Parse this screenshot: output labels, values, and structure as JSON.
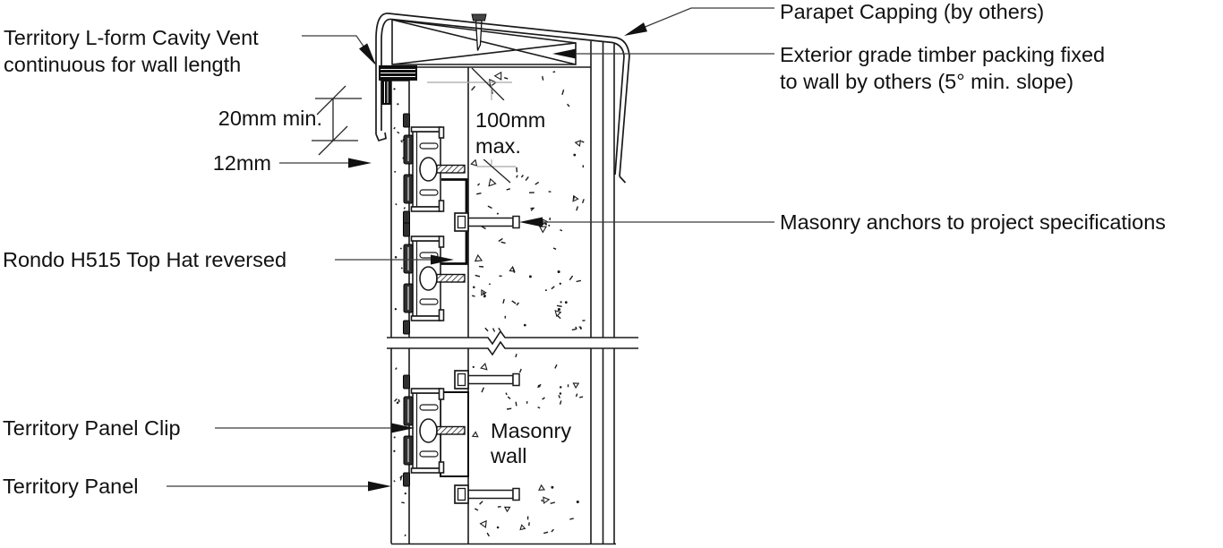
{
  "drawing": {
    "type": "architectural-section-detail",
    "subject": "Territory panel cladding parapet fixing detail to masonry wall"
  },
  "labels": {
    "cavity_vent_line1": "Territory L-form Cavity Vent",
    "cavity_vent_line2": "continuous for wall length",
    "dim_20mm": "20mm min.",
    "dim_12mm": "12mm",
    "dim_100mm_line1": "100mm",
    "dim_100mm_line2": "max.",
    "top_hat": "Rondo H515 Top Hat reversed",
    "panel_clip": "Territory Panel Clip",
    "panel": "Territory Panel",
    "parapet_capping": "Parapet Capping (by others)",
    "timber_packing_line1": "Exterior grade timber packing fixed",
    "timber_packing_line2": "to wall by others (5° min. slope)",
    "masonry_anchors": "Masonry anchors to project specifications",
    "masonry_wall_line1": "Masonry",
    "masonry_wall_line2": "wall"
  },
  "colors": {
    "line": "#1a1a1a",
    "leader": "#3a3a3a",
    "dimension_aid": "#a8a8a8",
    "text": "#111111",
    "clip_fill": "#2f2f2f",
    "background": "#ffffff"
  }
}
